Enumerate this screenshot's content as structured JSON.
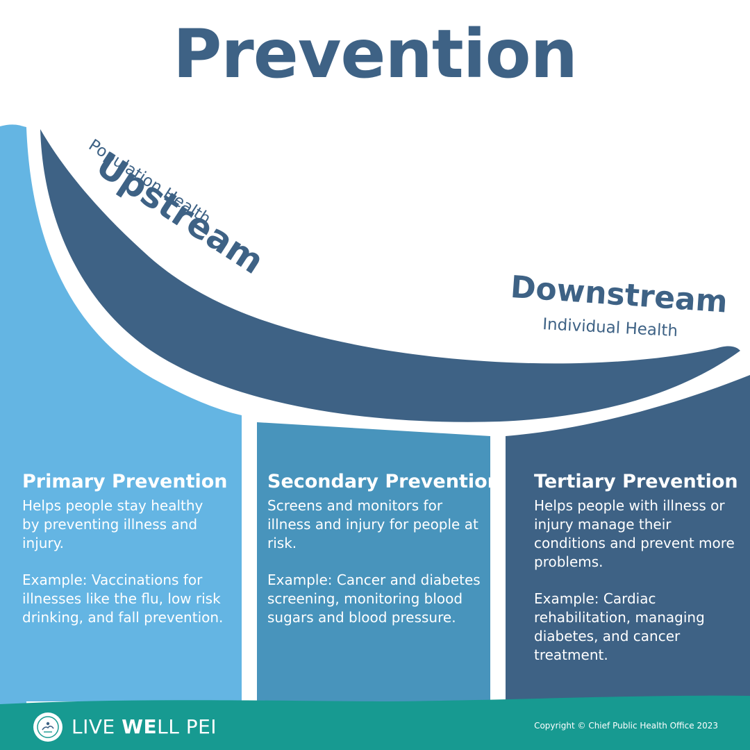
{
  "title": "Prevention",
  "upstream": {
    "title": "Upstream",
    "subtitle": "Population Health"
  },
  "downstream": {
    "title": "Downstream",
    "subtitle": "Individual Health"
  },
  "columns": [
    {
      "heading": "Primary Prevention",
      "description": "Helps people stay healthy by preventing illness and injury.",
      "example": "Example: Vaccinations for illnesses like the flu, low risk drinking, and fall prevention."
    },
    {
      "heading": "Secondary Prevention",
      "description": "Screens and monitors for illness and injury for people at risk.",
      "example": "Example: Cancer and diabetes screening, monitoring blood sugars and blood pressure."
    },
    {
      "heading": "Tertiary Prevention",
      "description": "Helps people with illness or injury manage their conditions and prevent more problems.",
      "example": "Example: Cardiac rehabilitation, managing diabetes, and cancer treatment."
    }
  ],
  "footer": {
    "brand_light": "LIVE ",
    "brand_bold": "WE",
    "brand_rest": "LL PEI",
    "copyright": "Copyright © Chief Public Health Office 2023",
    "logo_icon": "prince-edward-island-seal"
  },
  "colors": {
    "title": "#3e6285",
    "primary": "#64b5e3",
    "secondary": "#4894bc",
    "tertiary": "#3e6285",
    "curve": "#3e6285",
    "footer": "#179a91"
  }
}
